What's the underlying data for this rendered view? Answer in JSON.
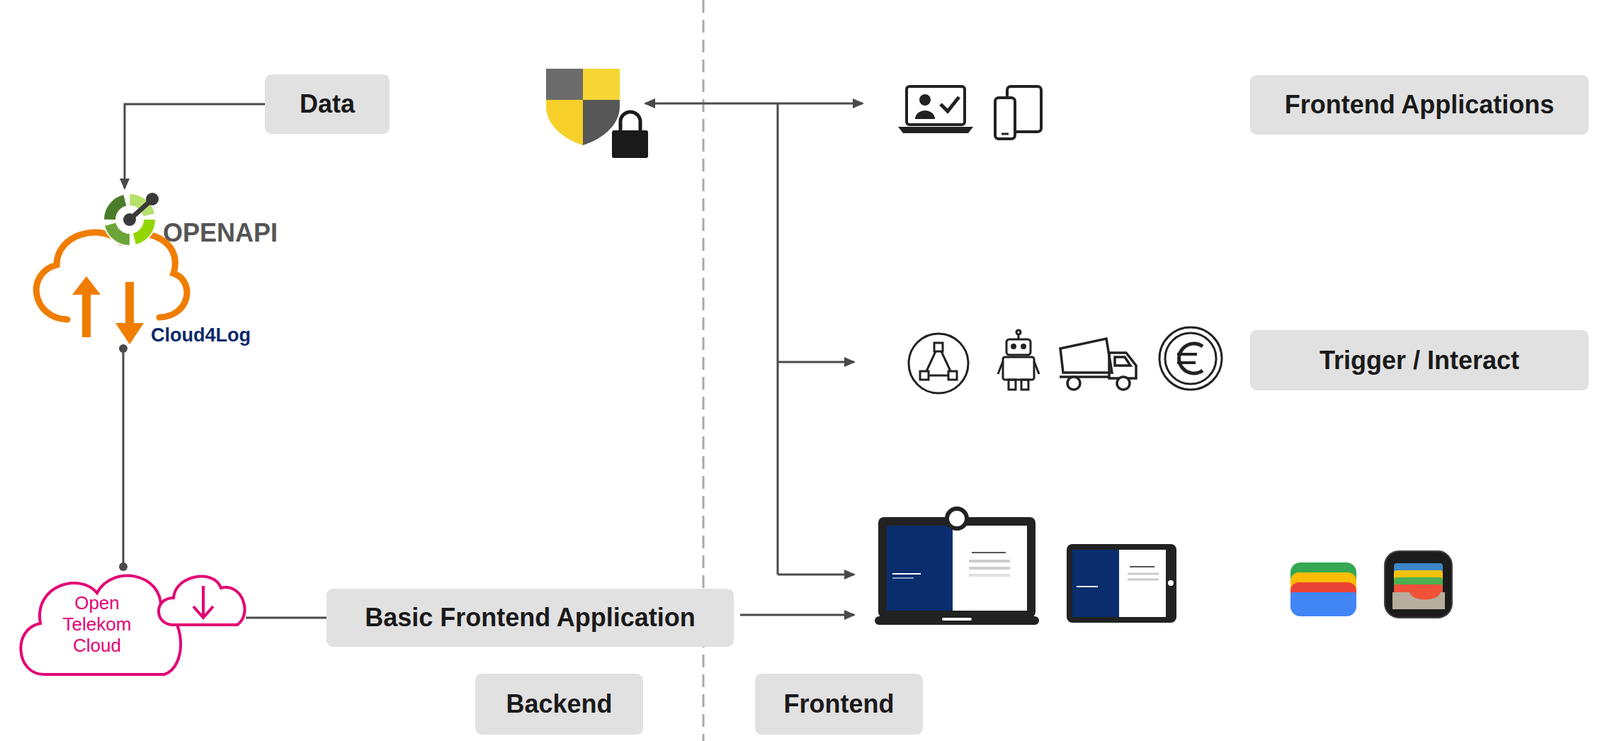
{
  "diagram": {
    "nodes": [
      {
        "text": [
          "Data"
        ]
      },
      {
        "text": [
          "Frontend Applications"
        ]
      },
      {
        "text": [
          "OPENAPI",
          "Cloud4Log"
        ]
      },
      {
        "text": [
          "Trigger / Interact"
        ]
      },
      {
        "text": [
          "Open Telekom Cloud"
        ]
      },
      {
        "text": [
          "Basic Frontend Application"
        ]
      },
      {
        "text": [
          "Backend"
        ]
      },
      {
        "text": [
          "Frontend"
        ]
      }
    ],
    "edges": [
      {
        "from": 0,
        "to": 2,
        "arrow": "to"
      },
      {
        "from": 2,
        "to": 4,
        "arrow": "none"
      },
      {
        "from": 4,
        "to": 5,
        "arrow": "none"
      }
    ]
  }
}
